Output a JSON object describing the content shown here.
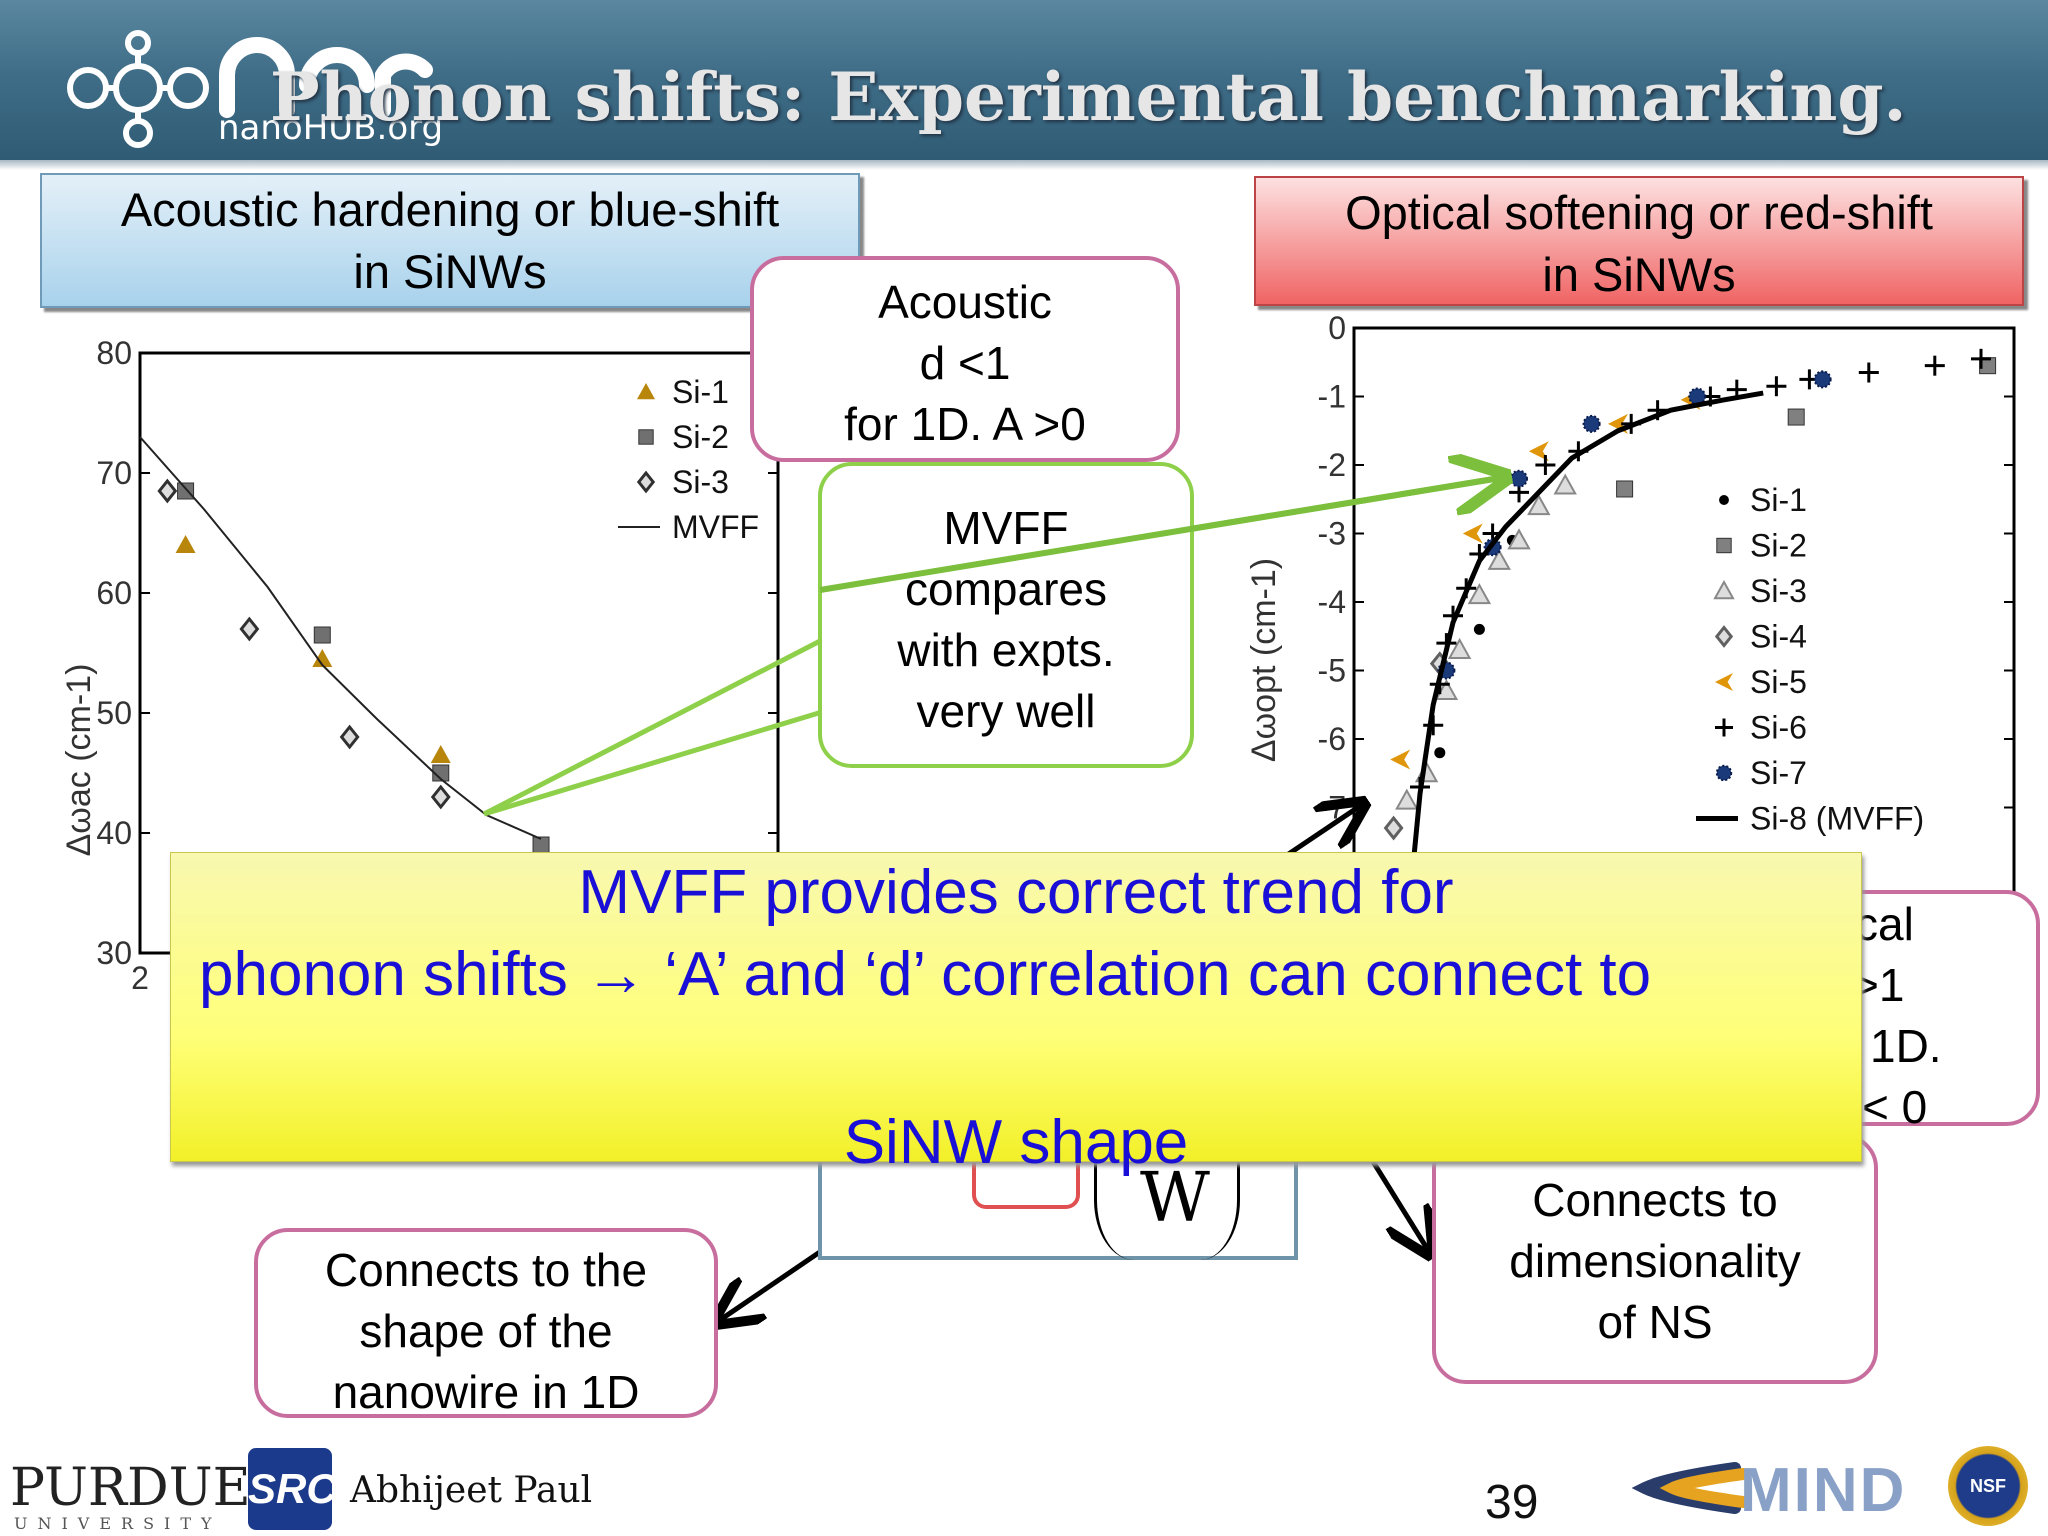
{
  "header": {
    "title": "Phonon shifts: Experimental benchmarking.",
    "logo_text": "nanoHUB.org"
  },
  "panels": {
    "left_title_line1": "Acoustic hardening or blue-shift",
    "left_title_line2": "in SiNWs",
    "right_title_line1": "Optical softening or red-shift",
    "right_title_line2": "in SiNWs"
  },
  "callouts": {
    "acoustic": [
      "Acoustic",
      "d <1",
      "for 1D. A >0"
    ],
    "mvff": [
      "MVFF",
      "compares",
      "with expts.",
      "very well"
    ],
    "optical_partial": [
      "tical",
      ">1",
      "1D.",
      "< 0"
    ],
    "shape": [
      "Connects to the",
      "shape of the",
      "nanowire in 1D"
    ],
    "dimensionality": [
      "Connects to",
      "dimensionality",
      "of  NS"
    ]
  },
  "formula": {
    "letter": "W"
  },
  "banner": {
    "line1": "MVFF provides correct trend for",
    "line2": "phonon shifts → ‘A’ and ‘d’ correlation can connect to",
    "line3": "SiNW shape"
  },
  "footer": {
    "author": "Abhijeet Paul",
    "page_number": "39",
    "university": "PURDUE",
    "university_sub": "UNIVERSITY",
    "src_logo": "SRC",
    "mind_logo": "MIND",
    "nsf_logo": "NSF"
  },
  "chart_data": [
    {
      "type": "scatter",
      "ylabel": "Δωac (cm-1)",
      "ylim": [
        30,
        80
      ],
      "yticks": [
        "80",
        "70",
        "60",
        "50",
        "40",
        "30"
      ],
      "xticks_visible": [
        "2"
      ],
      "xlim": [
        2,
        9
      ],
      "legend": [
        "Si-1",
        "Si-2",
        "Si-3",
        "MVFF"
      ],
      "legend_position": "top-right",
      "series": [
        {
          "name": "Si-1",
          "marker": "triangle",
          "color": "#b8860b",
          "points": [
            [
              2.5,
              64
            ],
            [
              4.0,
              54.5
            ],
            [
              5.3,
              46.5
            ]
          ]
        },
        {
          "name": "Si-2",
          "marker": "square",
          "color": "#707070",
          "points": [
            [
              2.5,
              68.5
            ],
            [
              4.0,
              56.5
            ],
            [
              5.3,
              45
            ],
            [
              6.4,
              39
            ]
          ]
        },
        {
          "name": "Si-3",
          "marker": "diamond",
          "color": "#303030",
          "points": [
            [
              2.3,
              68.5
            ],
            [
              3.2,
              57
            ],
            [
              4.3,
              48
            ],
            [
              5.3,
              43
            ]
          ]
        },
        {
          "name": "MVFF",
          "marker": "line",
          "color": "#222222",
          "points": [
            [
              2.0,
              73
            ],
            [
              2.7,
              67
            ],
            [
              3.4,
              60.5
            ],
            [
              4.0,
              54
            ],
            [
              4.6,
              49.5
            ],
            [
              5.3,
              44.5
            ],
            [
              5.8,
              41.5
            ],
            [
              6.4,
              39.5
            ]
          ]
        }
      ]
    },
    {
      "type": "scatter",
      "ylabel": "Δωopt (cm-1)",
      "ylim": [
        -8,
        0
      ],
      "yticks": [
        "0",
        "-1",
        "-2",
        "-3",
        "-4",
        "-5",
        "-6",
        "-7"
      ],
      "xlim": [
        0,
        1
      ],
      "legend": [
        "Si-1",
        "Si-2",
        "Si-3",
        "Si-4",
        "Si-5",
        "Si-6",
        "Si-7",
        "Si-8 (MVFF)"
      ],
      "legend_position": "right",
      "series": [
        {
          "name": "Si-1",
          "marker": "dot",
          "color": "#000000",
          "points": [
            [
              0.13,
              -6.2
            ],
            [
              0.19,
              -4.4
            ],
            [
              0.24,
              -3.1
            ],
            [
              0.32,
              -2.3
            ]
          ]
        },
        {
          "name": "Si-2",
          "marker": "square",
          "color": "#808080",
          "points": [
            [
              0.41,
              -2.35
            ],
            [
              0.67,
              -1.3
            ],
            [
              0.96,
              -0.55
            ]
          ]
        },
        {
          "name": "Si-3",
          "marker": "triangle-open",
          "color": "#888888",
          "points": [
            [
              0.08,
              -6.9
            ],
            [
              0.11,
              -6.5
            ],
            [
              0.14,
              -5.3
            ],
            [
              0.16,
              -4.7
            ],
            [
              0.19,
              -3.9
            ],
            [
              0.22,
              -3.4
            ],
            [
              0.25,
              -3.1
            ],
            [
              0.28,
              -2.6
            ],
            [
              0.32,
              -2.3
            ]
          ]
        },
        {
          "name": "Si-4",
          "marker": "diamond",
          "color": "#606060",
          "points": [
            [
              0.06,
              -7.3
            ],
            [
              0.13,
              -4.9
            ]
          ]
        },
        {
          "name": "Si-5",
          "marker": "triangle-left",
          "color": "#e0960a",
          "points": [
            [
              0.07,
              -6.3
            ],
            [
              0.18,
              -3.0
            ],
            [
              0.28,
              -1.8
            ],
            [
              0.4,
              -1.4
            ],
            [
              0.51,
              -1.05
            ]
          ]
        },
        {
          "name": "Si-6",
          "marker": "plus",
          "color": "#000000",
          "points": [
            [
              0.1,
              -6.7
            ],
            [
              0.12,
              -5.8
            ],
            [
              0.13,
              -5.2
            ],
            [
              0.14,
              -4.6
            ],
            [
              0.15,
              -4.2
            ],
            [
              0.17,
              -3.8
            ],
            [
              0.19,
              -3.3
            ],
            [
              0.21,
              -3.0
            ],
            [
              0.25,
              -2.4
            ],
            [
              0.29,
              -2.0
            ],
            [
              0.34,
              -1.8
            ],
            [
              0.42,
              -1.4
            ],
            [
              0.46,
              -1.2
            ],
            [
              0.54,
              -1.0
            ],
            [
              0.58,
              -0.9
            ],
            [
              0.64,
              -0.85
            ],
            [
              0.69,
              -0.75
            ],
            [
              0.78,
              -0.65
            ],
            [
              0.88,
              -0.55
            ],
            [
              0.95,
              -0.45
            ]
          ]
        },
        {
          "name": "Si-7",
          "marker": "star",
          "color": "#1a3a7a",
          "points": [
            [
              0.14,
              -5.0
            ],
            [
              0.21,
              -3.2
            ],
            [
              0.25,
              -2.2
            ],
            [
              0.36,
              -1.4
            ],
            [
              0.52,
              -1.0
            ],
            [
              0.71,
              -0.75
            ]
          ]
        },
        {
          "name": "Si-8 (MVFF)",
          "marker": "line",
          "color": "#000000",
          "points": [
            [
              0.09,
              -7.8
            ],
            [
              0.1,
              -6.8
            ],
            [
              0.12,
              -5.5
            ],
            [
              0.15,
              -4.3
            ],
            [
              0.19,
              -3.4
            ],
            [
              0.23,
              -2.9
            ],
            [
              0.28,
              -2.4
            ],
            [
              0.33,
              -1.9
            ],
            [
              0.4,
              -1.5
            ],
            [
              0.48,
              -1.2
            ],
            [
              0.56,
              -1.05
            ],
            [
              0.62,
              -0.95
            ]
          ]
        }
      ]
    }
  ]
}
